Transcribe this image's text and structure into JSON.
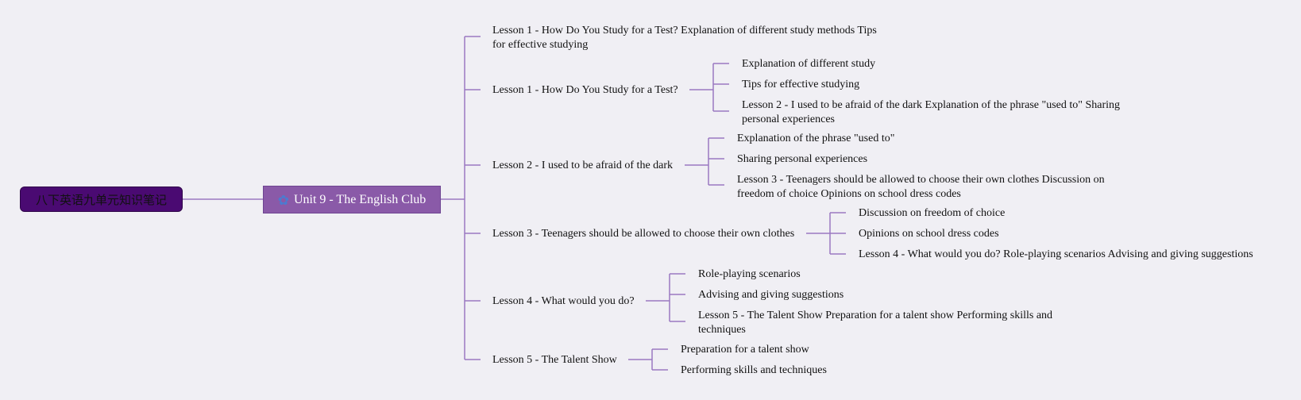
{
  "root": {
    "label": "八下英语九单元知识笔记"
  },
  "center": {
    "label": "Unit 9 - The English Club",
    "icon": "star-icon"
  },
  "branches": [
    {
      "label": "Lesson 1 - How Do You Study for a Test? Explanation of different study methods Tips for effective studying",
      "children": []
    },
    {
      "label": "Lesson 1 - How Do You Study for a Test?",
      "children": [
        "Explanation of different study",
        "Tips for effective studying",
        "Lesson 2 - I used to be afraid of the dark Explanation of the phrase \"used to\" Sharing personal experiences"
      ]
    },
    {
      "label": "Lesson 2 - I used to be afraid of the dark",
      "children": [
        "Explanation of the phrase \"used to\"",
        "Sharing personal experiences",
        "Lesson 3 - Teenagers should be allowed to choose their own clothes Discussion on freedom of choice Opinions on school dress codes"
      ]
    },
    {
      "label": "Lesson 3 - Teenagers should be allowed to choose their own clothes",
      "children": [
        "Discussion on freedom of choice",
        "Opinions on school dress codes",
        "Lesson 4 - What would you do? Role-playing scenarios Advising and giving suggestions"
      ]
    },
    {
      "label": "Lesson 4 - What would you do?",
      "children": [
        "Role-playing scenarios",
        "Advising and giving suggestions",
        "Lesson 5 - The Talent Show Preparation for a talent show Performing skills and techniques"
      ]
    },
    {
      "label": "Lesson 5 - The Talent Show",
      "children": [
        "Preparation for a talent show",
        "Performing skills and techniques"
      ]
    }
  ]
}
